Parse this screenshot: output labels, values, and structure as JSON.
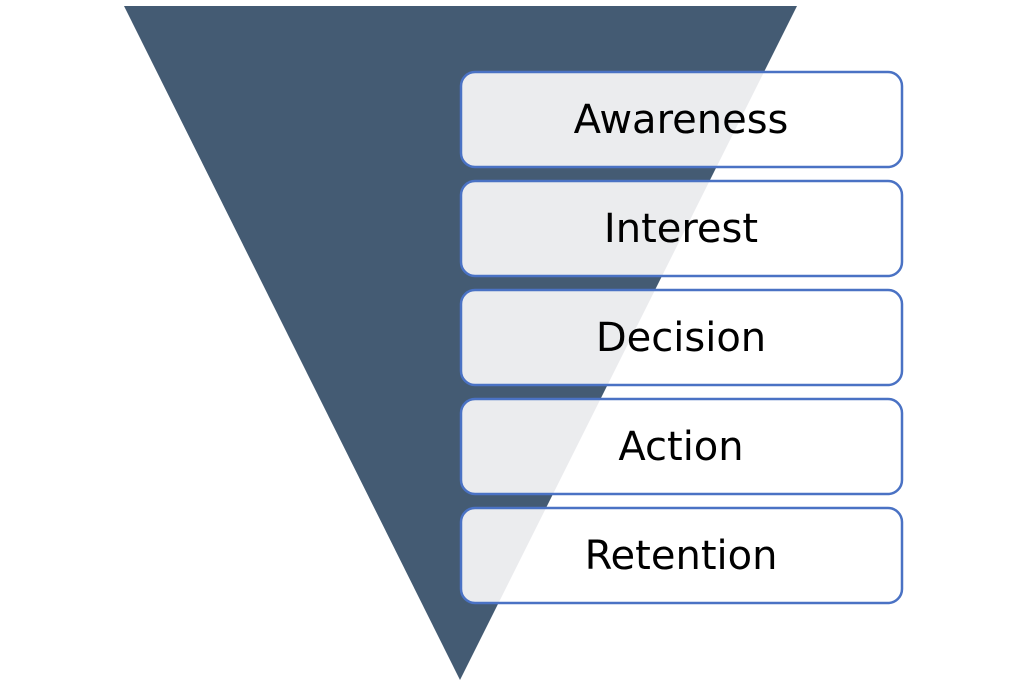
{
  "diagram": {
    "type": "funnel",
    "colors": {
      "funnel": "#445b73",
      "box_fill": "#ffffff",
      "box_border": "#4a72c4",
      "box_overlay": "#ebecee",
      "text": "#000000"
    },
    "stages": [
      {
        "label": "Awareness"
      },
      {
        "label": "Interest"
      },
      {
        "label": "Decision"
      },
      {
        "label": "Action"
      },
      {
        "label": "Retention"
      }
    ]
  }
}
